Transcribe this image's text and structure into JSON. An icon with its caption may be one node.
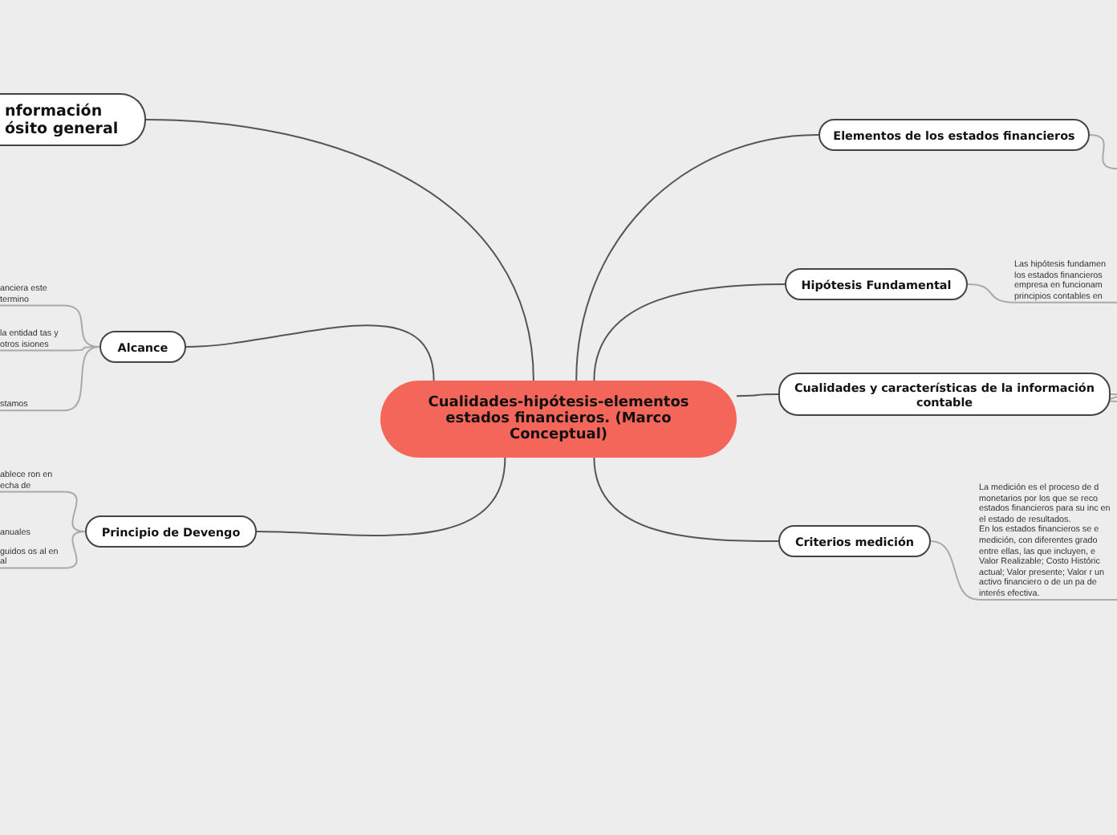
{
  "diagram": {
    "nodes": [
      {
        "text": [
          "Cualidades-hipótesis-elementos estados financieros. (Marco Conceptual)"
        ]
      },
      {
        "text": [
          "nformación ósito general"
        ]
      },
      {
        "text": [
          "Alcance"
        ]
      },
      {
        "text": [
          "Principio de Devengo"
        ]
      },
      {
        "text": [
          "Elementos de los estados financieros"
        ]
      },
      {
        "text": [
          "Hipótesis Fundamental"
        ]
      },
      {
        "text": [
          "Cualidades y características de la información contable"
        ]
      },
      {
        "text": [
          "Criterios medición"
        ]
      },
      {
        "text": [
          "anciera este termino"
        ]
      },
      {
        "text": [
          "la entidad tas y otros isiones"
        ]
      },
      {
        "text": [
          "stamos"
        ]
      },
      {
        "text": [
          "ablece ron en echa de"
        ]
      },
      {
        "text": [
          "anuales",
          "guidos os al en al"
        ]
      },
      {
        "text": [
          "Las hipótesis fundamen los estados financieros empresa en funcionam principios contables en"
        ]
      },
      {
        "text": [
          "La medición es el proceso de d monetarios por los que se reco estados financieros para su inc en el estado de resultados.",
          "En los estados financieros se e medición, con diferentes grado entre ellas, las que incluyen, e Valor Realizable; Costo Históric actual; Valor presente; Valor r un activo financiero o de un pa de interés efectiva."
        ]
      }
    ],
    "edges": [
      {
        "from": 0,
        "to": 1,
        "arrow": "none",
        "color": "#555555"
      },
      {
        "from": 0,
        "to": 2,
        "arrow": "none",
        "color": "#555555"
      },
      {
        "from": 0,
        "to": 3,
        "arrow": "none",
        "color": "#555555"
      },
      {
        "from": 0,
        "to": 4,
        "arrow": "none",
        "color": "#555555"
      },
      {
        "from": 0,
        "to": 5,
        "arrow": "none",
        "color": "#555555"
      },
      {
        "from": 0,
        "to": 6,
        "arrow": "none",
        "color": "#555555"
      },
      {
        "from": 0,
        "to": 7,
        "arrow": "none",
        "color": "#555555"
      },
      {
        "from": 2,
        "to": 8,
        "arrow": "none"
      },
      {
        "from": 2,
        "to": 9,
        "arrow": "none"
      },
      {
        "from": 2,
        "to": 10,
        "arrow": "none"
      },
      {
        "from": 3,
        "to": 11,
        "arrow": "none"
      },
      {
        "from": 3,
        "to": 12,
        "arrow": "none"
      },
      {
        "from": 4,
        "to": null,
        "arrow": "none"
      },
      {
        "from": 5,
        "to": 13,
        "arrow": "none"
      },
      {
        "from": 6,
        "to": null,
        "arrow": "none"
      },
      {
        "from": 7,
        "to": 14,
        "arrow": "none"
      }
    ]
  }
}
